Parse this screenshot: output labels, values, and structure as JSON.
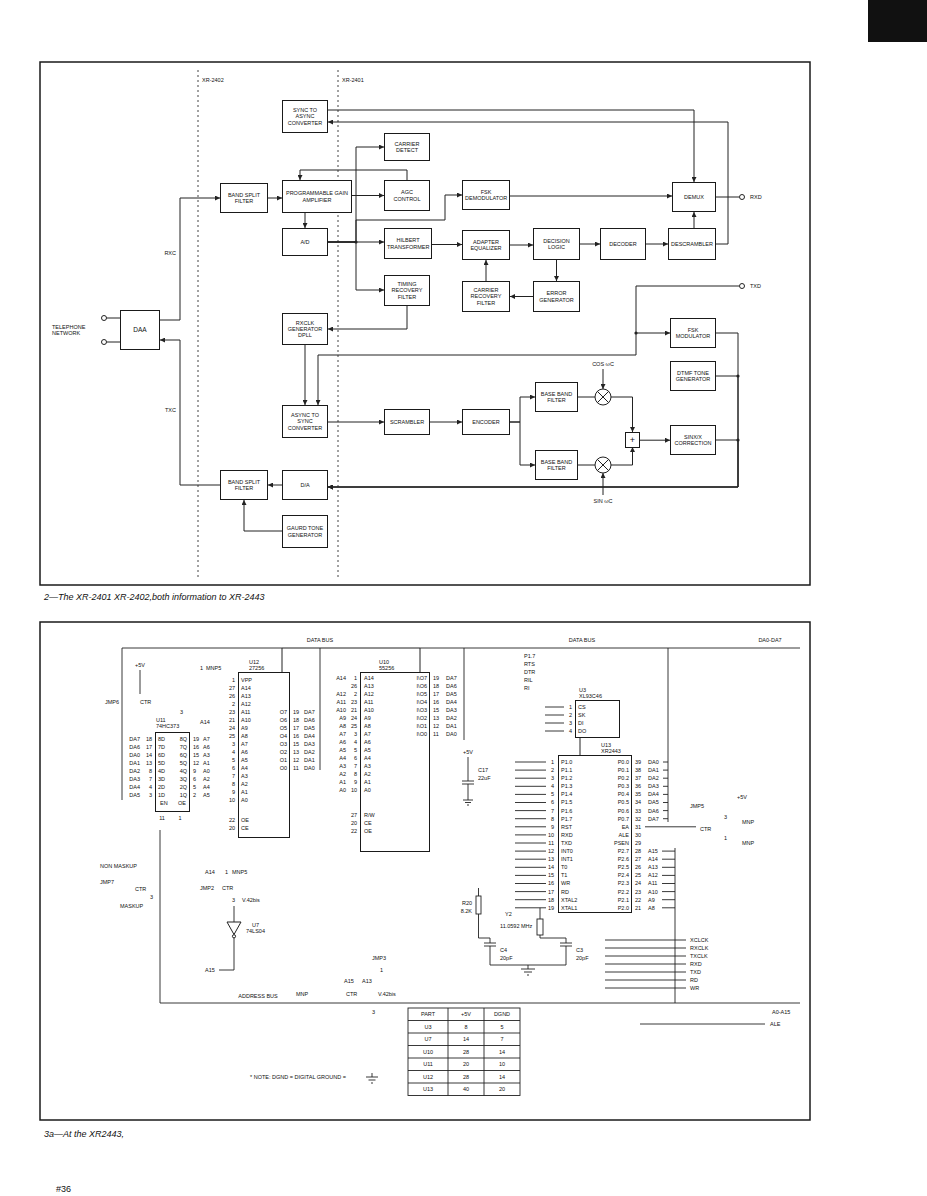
{
  "diagram": {
    "caption": "2—The XR-2401 XR-2402,both information to XR-2443",
    "nodes": [
      {
        "text": [
          "SYNC TO ASYNC CONVERTER"
        ]
      },
      {
        "text": [
          "CARRIER DETECT"
        ]
      },
      {
        "text": [
          "BAND SPLIT FILTER"
        ]
      },
      {
        "text": [
          "PROGRAMMABLE GAIN AMPLIFIER"
        ]
      },
      {
        "text": [
          "AGC CONTROL"
        ]
      },
      {
        "text": [
          "FSK DEMODULATOR"
        ]
      },
      {
        "text": [
          "DEMUX"
        ]
      },
      {
        "text": [
          "A/D"
        ]
      },
      {
        "text": [
          "HILBERT TRANSFORMER"
        ]
      },
      {
        "text": [
          "ADAPTER EQUALIZER"
        ]
      },
      {
        "text": [
          "DECISION LOGIC"
        ]
      },
      {
        "text": [
          "DECODER"
        ]
      },
      {
        "text": [
          "DESCRAMBLER"
        ]
      },
      {
        "text": [
          "TIMING RECOVERY FILTER"
        ]
      },
      {
        "text": [
          "CARRIER RECOVERY FILTER"
        ]
      },
      {
        "text": [
          "ERROR GENERATOR"
        ]
      },
      {
        "text": [
          "DAA"
        ]
      },
      {
        "text": [
          "RXCLK GENERATOR DPLL"
        ]
      },
      {
        "text": [
          "FSK MODULATOR"
        ]
      },
      {
        "text": [
          "DTMF TONE GENERATOR"
        ]
      },
      {
        "text": [
          "BASE BAND FILTER"
        ]
      },
      {
        "text": [
          "ASYNC TO SYNC CONVERTER"
        ]
      },
      {
        "text": [
          "SCRAMBLER"
        ]
      },
      {
        "text": [
          "ENCODER"
        ]
      },
      {
        "text": [
          "+"
        ]
      },
      {
        "text": [
          "SINX/X CORRECTION"
        ]
      },
      {
        "text": [
          "BASE BAND FILTER"
        ]
      },
      {
        "text": [
          "BAND SPLIT FILTER"
        ]
      },
      {
        "text": [
          "D/A"
        ]
      },
      {
        "text": [
          "GAURD TONE GENERATOR"
        ]
      },
      {
        "text": [
          "U12",
          "27256"
        ]
      },
      {
        "text": [
          "U10",
          "55256"
        ]
      },
      {
        "text": [
          "U11",
          "74HC373"
        ]
      },
      {
        "text": [
          "U3",
          "XL93C46"
        ]
      },
      {
        "text": [
          "U13",
          "XR2443"
        ]
      },
      {
        "text": [
          "U7",
          "74LS04"
        ]
      }
    ],
    "edges": [
      {
        "from": 16,
        "to": 2,
        "arrow": "to"
      },
      {
        "from": 27,
        "to": 16,
        "arrow": "to"
      },
      {
        "from": 2,
        "to": 3,
        "arrow": "to"
      },
      {
        "from": 3,
        "to": 4,
        "arrow": "to"
      },
      {
        "from": 4,
        "to": 3,
        "arrow": "to"
      },
      {
        "from": 3,
        "to": 7,
        "arrow": "to"
      },
      {
        "from": 7,
        "to": 8,
        "arrow": "to"
      },
      {
        "from": 7,
        "to": 1,
        "arrow": "to"
      },
      {
        "from": 7,
        "to": 5,
        "arrow": "to"
      },
      {
        "from": 7,
        "to": 13,
        "arrow": "to"
      },
      {
        "from": 8,
        "to": 9,
        "arrow": "to"
      },
      {
        "from": 9,
        "to": 10,
        "arrow": "to"
      },
      {
        "from": 10,
        "to": 11,
        "arrow": "to"
      },
      {
        "from": 11,
        "to": 12,
        "arrow": "to"
      },
      {
        "from": 12,
        "to": 6,
        "arrow": "to"
      },
      {
        "from": 5,
        "to": 6,
        "arrow": "to"
      },
      {
        "from": 10,
        "to": 15,
        "arrow": "to"
      },
      {
        "from": 15,
        "to": 14,
        "arrow": "to"
      },
      {
        "from": 14,
        "to": 9,
        "arrow": "to"
      },
      {
        "from": 13,
        "to": 17,
        "arrow": "to"
      },
      {
        "from": 0,
        "to": 6,
        "arrow": "to"
      },
      {
        "from": 12,
        "to": 0,
        "arrow": "to"
      },
      {
        "from": 17,
        "to": 21,
        "arrow": "to"
      },
      {
        "from": 21,
        "to": 22,
        "arrow": "to"
      },
      {
        "from": 22,
        "to": 23,
        "arrow": "to"
      },
      {
        "from": 23,
        "to": 20,
        "arrow": "to"
      },
      {
        "from": 23,
        "to": 26,
        "arrow": "to"
      },
      {
        "from": 24,
        "to": 25,
        "arrow": "to"
      },
      {
        "from": 18,
        "to": 28,
        "arrow": "to"
      },
      {
        "from": 19,
        "to": 28,
        "arrow": "to"
      },
      {
        "from": 25,
        "to": 28,
        "arrow": "to"
      },
      {
        "from": 28,
        "to": 27,
        "arrow": "to"
      },
      {
        "from": 29,
        "to": 27,
        "arrow": "to"
      },
      {
        "from": 34,
        "to": 33,
        "arrow": "none"
      },
      {
        "from": 30,
        "to": 31,
        "arrow": "none"
      }
    ],
    "labels": [
      "XR-2402",
      "XR-2401",
      "RXD",
      "TXD",
      "RXC",
      "TXC",
      "TELEPHONE NETWORK",
      "COS ωC",
      "SIN ωC",
      "DATA BUS",
      "DATA BUS",
      "DA0-DA7",
      "P1.7",
      "RTS",
      "DTR",
      "RIL",
      "RI",
      "1",
      "2",
      "3",
      "4",
      "CS",
      "SK",
      "DI",
      "DO",
      "1",
      "2",
      "3",
      "4",
      "5",
      "6",
      "7",
      "8",
      "9",
      "10",
      "11",
      "12",
      "13",
      "14",
      "15",
      "16",
      "17",
      "18",
      "19",
      "P1.0",
      "P1.1",
      "P1.2",
      "P1.3",
      "P1.4",
      "P1.5",
      "P1.6",
      "P1.7",
      "RST",
      "RXD",
      "TXD",
      "INT0",
      "INT1",
      "T0",
      "T1",
      "WR",
      "RD",
      "XTAL2",
      "XTAL1",
      "P0.0",
      "P0.1",
      "P0.2",
      "P0.3",
      "P0.4",
      "P0.5",
      "P0.6",
      "P0.7",
      "EA",
      "ALE",
      "PSEN",
      "P2.7",
      "P2.6",
      "P2.5",
      "P2.4",
      "P2.3",
      "P2.2",
      "P2.1",
      "P2.0",
      "39",
      "38",
      "37",
      "36",
      "35",
      "34",
      "33",
      "32",
      "31",
      "30",
      "29",
      "28",
      "27",
      "26",
      "25",
      "24",
      "23",
      "22",
      "21",
      "DA0",
      "DA1",
      "DA2",
      "DA3",
      "DA4",
      "DA5",
      "DA6",
      "DA7",
      "A15",
      "A14",
      "A13",
      "A12",
      "A11",
      "A10",
      "A9",
      "A8",
      "JMP5",
      "+5V",
      "3",
      "MNP",
      "CTR",
      "1",
      "MNP",
      "XCLCK",
      "RXCLK",
      "TXCLK",
      "RXD",
      "TXD",
      "RD",
      "WR",
      "A0-A15",
      "ALE",
      "1",
      "26",
      "2",
      "23",
      "21",
      "24",
      "25",
      "3",
      "4",
      "5",
      "6",
      "7",
      "8",
      "9",
      "10",
      "A14",
      "A13",
      "A12",
      "A11",
      "A10",
      "A9",
      "A8",
      "A7",
      "A6",
      "A5",
      "A4",
      "A3",
      "A2",
      "A1",
      "A0",
      "A14",
      "A12",
      "A11",
      "A10",
      "A9",
      "A8",
      "A7",
      "A6",
      "A5",
      "A4",
      "A3",
      "A2",
      "A1",
      "A0",
      "27",
      "20",
      "22",
      "R/W",
      "CE",
      "OE",
      "I\\O7",
      "I\\O6",
      "I\\O5",
      "I\\O4",
      "I\\O3",
      "I\\O2",
      "I\\O1",
      "I\\O0",
      "19",
      "18",
      "17",
      "16",
      "15",
      "13",
      "12",
      "11",
      "DA7",
      "DA6",
      "DA5",
      "DA4",
      "DA3",
      "DA2",
      "DA1",
      "DA0",
      "1",
      "27",
      "26",
      "2",
      "23",
      "21",
      "24",
      "25",
      "3",
      "4",
      "5",
      "6",
      "7",
      "8",
      "9",
      "10",
      "VPP",
      "A14",
      "A13",
      "A12",
      "A11",
      "A10",
      "A9",
      "A8",
      "A7",
      "A6",
      "A5",
      "A4",
      "A3",
      "A2",
      "A1",
      "A0",
      "22",
      "20",
      "OE",
      "CE",
      "O7",
      "O6",
      "O5",
      "O4",
      "O3",
      "O2",
      "O1",
      "O0",
      "19",
      "18",
      "17",
      "16",
      "15",
      "13",
      "12",
      "11",
      "DA7",
      "DA6",
      "DA5",
      "DA4",
      "DA3",
      "DA2",
      "DA1",
      "DA0",
      "DA7",
      "DA6",
      "DA0",
      "DA1",
      "DA2",
      "DA3",
      "DA4",
      "DA5",
      "18",
      "17",
      "14",
      "13",
      "8",
      "7",
      "4",
      "3",
      "8D",
      "7D",
      "6D",
      "5D",
      "4D",
      "3D",
      "2D",
      "1D",
      "8Q",
      "7Q",
      "6Q",
      "5Q",
      "4Q",
      "3Q",
      "2Q",
      "1Q",
      "19",
      "16",
      "15",
      "12",
      "9",
      "6",
      "5",
      "2",
      "A7",
      "A6",
      "A3",
      "A1",
      "A0",
      "A2",
      "A4",
      "A5",
      "EN",
      "OE",
      "11",
      "1",
      "+5V",
      "JMP6",
      "CTR",
      "1",
      "MNP5",
      "3",
      "A14",
      "NON MASKUP",
      "JMP7",
      "CTR",
      "3",
      "MASKUP",
      "A14",
      "1",
      "MNP5",
      "JMP2",
      "CTR",
      "3",
      "V.42bis",
      "A15",
      "JMP3",
      "A15",
      "A13",
      "1",
      "MNP",
      "CTR",
      "V.42bis",
      "3",
      "ADDRESS BUS",
      "+5V",
      "C17",
      "22uF",
      "R20",
      "8.2K",
      "Y2",
      "11.0592 MHz",
      "C4",
      "20pF",
      "C3",
      "20pF",
      "PART",
      "+5V",
      "DGND",
      "U3",
      "8",
      "5",
      "U7",
      "14",
      "7",
      "U10",
      "28",
      "14",
      "U11",
      "20",
      "10",
      "U12",
      "28",
      "14",
      "U13",
      "40",
      "20",
      "* NOTE: DGND = DIGITAL GROUND =",
      "3a—At the XR2443,",
      "#36"
    ]
  }
}
